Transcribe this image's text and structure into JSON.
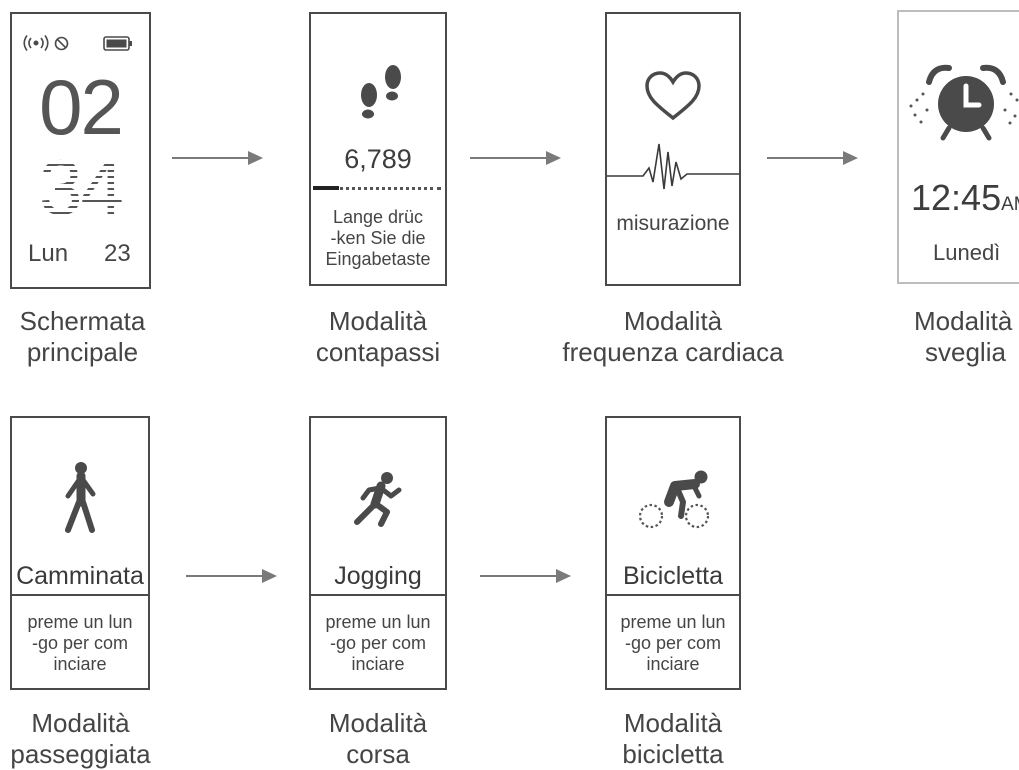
{
  "row1": {
    "home": {
      "hour": "02",
      "minute": "34",
      "day": "Lun",
      "date": "23",
      "caption": [
        "Schermata",
        "principale"
      ]
    },
    "steps": {
      "count": "6,789",
      "progress": 0.2,
      "hint": [
        "Lange drüc",
        "-ken Sie die",
        "Eingabetaste"
      ],
      "caption": [
        "Modalità",
        "contapassi"
      ]
    },
    "heart": {
      "label": "misurazione",
      "caption": [
        "Modalità",
        "frequenza cardiaca"
      ]
    },
    "alarm": {
      "time": "12:45",
      "ampm": "AM",
      "day": "Lunedì",
      "caption": [
        "Modalità",
        "sveglia"
      ]
    }
  },
  "row2": {
    "walk": {
      "title": "Camminata",
      "hint": [
        "preme un lun",
        "-go per com",
        "inciare"
      ],
      "caption": [
        "Modalità",
        "passeggiata"
      ]
    },
    "jog": {
      "title": "Jogging",
      "hint": [
        "preme un lun",
        "-go per com",
        "inciare"
      ],
      "caption": [
        "Modalità",
        "corsa"
      ]
    },
    "bike": {
      "title": "Bicicletta",
      "hint": [
        "preme un lun",
        "-go per com",
        "inciare"
      ],
      "caption": [
        "Modalità",
        "bicicletta"
      ]
    }
  },
  "colors": {
    "ink": "#3a3a3a",
    "frame": "#4a4a4a",
    "arrow": "#7a7a7a"
  }
}
